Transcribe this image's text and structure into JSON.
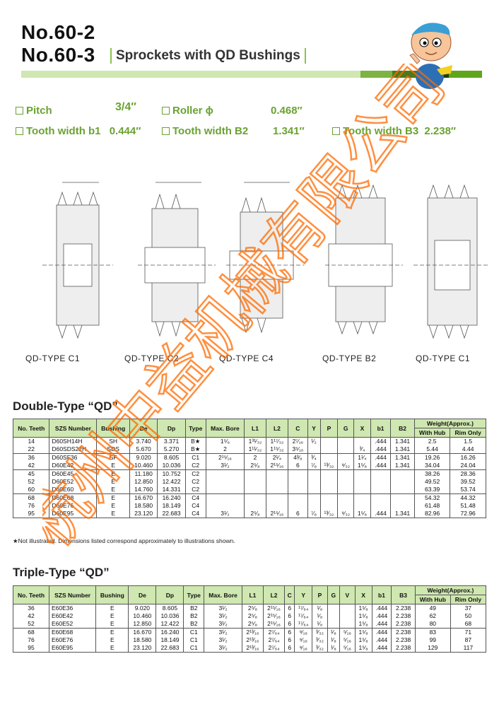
{
  "header": {
    "title_line1": "No.60-2",
    "title_line2": "No.60-3",
    "subtitle": "Sprockets with QD Bushings"
  },
  "specs": {
    "pitch_label": "Pitch",
    "pitch_value": "3/4″",
    "roller_label": "Roller ϕ",
    "roller_value": "0.468″",
    "tooth_b1_label": "Tooth width b1",
    "tooth_b1_value": "0.444″",
    "tooth_b2_label": "Tooth width B2",
    "tooth_b2_value": "1.341″",
    "tooth_b3_label": "Tooth width B3",
    "tooth_b3_value": "2.238″"
  },
  "diagram_labels": [
    "QD-TYPE C1",
    "QD-TYPE C2",
    "QD-TYPE C4",
    "QD-TYPE B2",
    "QD-TYPE C1"
  ],
  "watermark_text": "杭州中益机械有限公司",
  "double": {
    "title": "Double-Type “QD”",
    "headers": [
      "No. Teeth",
      "SZS Number",
      "Bushing",
      "De",
      "Dp",
      "Type",
      "Max. Bore",
      "L1",
      "L2",
      "C",
      "Y",
      "P",
      "G",
      "X",
      "b1",
      "B2",
      "Weight(Approx.)",
      "With Hub",
      "Rim Only"
    ],
    "rows": [
      [
        "14",
        "D60SH14H",
        "SH",
        "3.740",
        "3.371",
        "B★",
        "1⁵⁄₈",
        "1³¹⁄₃₂",
        "1¹⁷⁄₃₂",
        "2⁷⁄₁₆",
        "¹⁄₂",
        "",
        "",
        "",
        ".444",
        "1.341",
        "2.5",
        "1.5"
      ],
      [
        "22",
        "D60SDS22H",
        "SDS",
        "5.670",
        "5.270",
        "B★",
        "2",
        "1¹¹⁄₃₂",
        "1¹⁵⁄₃₂",
        "3⁵⁄₁₆",
        "",
        "",
        "",
        "³⁄₄",
        ".444",
        "1.341",
        "5.44",
        "4.44"
      ],
      [
        "36",
        "D60SF36",
        "SF",
        "9.020",
        "8.605",
        "C1",
        "2¹⁵⁄₁₆",
        "2",
        "2¹⁄₄",
        "4³⁄₈",
        "³⁄₄",
        "",
        "",
        "1¹⁄₄",
        ".444",
        "1.341",
        "19.26",
        "16.26"
      ],
      [
        "42",
        "D60E42",
        "E",
        "10.460",
        "10.036",
        "C2",
        "3¹⁄₂",
        "2⁵⁄₈",
        "2¹⁵⁄₁₆",
        "6",
        "⁷⁄₈",
        "¹³⁄₃₂",
        "⁹⁄₃₂",
        "1⁵⁄₈",
        ".444",
        "1.341",
        "34.04",
        "24.04"
      ],
      [
        "45",
        "D60E45",
        "E",
        "11.180",
        "10.752",
        "C2",
        "",
        "",
        "",
        "",
        "",
        "",
        "",
        "",
        "",
        "",
        "38.26",
        "28.36"
      ],
      [
        "52",
        "D60E52",
        "E",
        "12.850",
        "12.422",
        "C2",
        "",
        "",
        "",
        "",
        "",
        "",
        "",
        "",
        "",
        "",
        "49.52",
        "39.52"
      ],
      [
        "60",
        "D60E60",
        "E",
        "14.760",
        "14.331",
        "C2",
        "",
        "",
        "",
        "",
        "",
        "",
        "",
        "",
        "",
        "",
        "63.39",
        "53.74"
      ],
      [
        "68",
        "D60E68",
        "E",
        "16.670",
        "16.240",
        "C4",
        "",
        "",
        "",
        "",
        "",
        "",
        "",
        "",
        "",
        "",
        "54.32",
        "44.32"
      ],
      [
        "76",
        "D60E76",
        "E",
        "18.580",
        "18.149",
        "C4",
        "",
        "",
        "",
        "",
        "",
        "",
        "",
        "",
        "",
        "",
        "61.48",
        "51.48"
      ],
      [
        "95",
        "D60E95",
        "E",
        "23.120",
        "22.683",
        "C4",
        "3¹⁄₂",
        "2⁵⁄₈",
        "2¹⁵⁄₁₆",
        "6",
        "⁷⁄₈",
        "¹³⁄₃₂",
        "⁹⁄₃₂",
        "1⁵⁄₈",
        ".444",
        "1.341",
        "82.96",
        "72.96"
      ]
    ],
    "note": "★Not illustrated. Dimensions listed correspond approximately to illustrations shown."
  },
  "triple": {
    "title": "Triple-Type “QD”",
    "headers": [
      "No. Teeth",
      "SZS Number",
      "Bushing",
      "De",
      "Dp",
      "Type",
      "Max. Bore",
      "L1",
      "L2",
      "C",
      "Y",
      "P",
      "G",
      "V",
      "X",
      "b1",
      "B3",
      "Weight(Approx.)",
      "With Hub",
      "Rim Only"
    ],
    "rows": [
      [
        "36",
        "E60E36",
        "E",
        "9.020",
        "8.605",
        "B2",
        "3¹⁄₂",
        "2⁵⁄₈",
        "2¹⁵⁄₁₆",
        "6",
        "¹⁷⁄₆₄",
        "¹⁄₈",
        "",
        "",
        "1⁵⁄₈",
        ".444",
        "2.238",
        "49",
        "37"
      ],
      [
        "42",
        "E60E42",
        "E",
        "10.460",
        "10.036",
        "B2",
        "3¹⁄₂",
        "2⁵⁄₈",
        "2¹⁵⁄₁₆",
        "6",
        "¹⁷⁄₆₄",
        "¹⁄₈",
        "",
        "",
        "1⁵⁄₈",
        ".444",
        "2.238",
        "62",
        "50"
      ],
      [
        "52",
        "E60E52",
        "E",
        "12.850",
        "12.422",
        "B2",
        "3¹⁄₂",
        "2⁵⁄₈",
        "2¹⁵⁄₁₆",
        "6",
        "¹⁷⁄₆₄",
        "¹⁄₈",
        "",
        "",
        "1⁵⁄₈",
        ".444",
        "2.238",
        "80",
        "68"
      ],
      [
        "68",
        "E60E68",
        "E",
        "16.670",
        "16.240",
        "C1",
        "3¹⁄₂",
        "2¹³⁄₁₆",
        "2⁷⁄₆₄",
        "6",
        "⁹⁄₁₆",
        "³⁄₃₂",
        "¹⁄₈",
        "⁵⁄₁₆",
        "1⁵⁄₈",
        ".444",
        "2.238",
        "83",
        "71"
      ],
      [
        "76",
        "E60E76",
        "E",
        "18.580",
        "18.149",
        "C1",
        "3¹⁄₂",
        "2¹³⁄₁₆",
        "2⁷⁄₆₄",
        "6",
        "⁹⁄₁₆",
        "³⁄₃₂",
        "¹⁄₈",
        "⁵⁄₁₆",
        "1⁵⁄₈",
        ".444",
        "2.238",
        "99",
        "87"
      ],
      [
        "95",
        "E60E95",
        "E",
        "23.120",
        "22.683",
        "C1",
        "3¹⁄₂",
        "2¹³⁄₁₆",
        "2⁷⁄₆₄",
        "6",
        "⁹⁄₁₆",
        "³⁄₃₂",
        "¹⁄₈",
        "⁵⁄₁₆",
        "1⁵⁄₈",
        ".444",
        "2.238",
        "129",
        "117"
      ]
    ]
  },
  "colors": {
    "accent": "#6aa232",
    "header_bg": "#cfe7b0",
    "watermark": "#ff6a00"
  }
}
